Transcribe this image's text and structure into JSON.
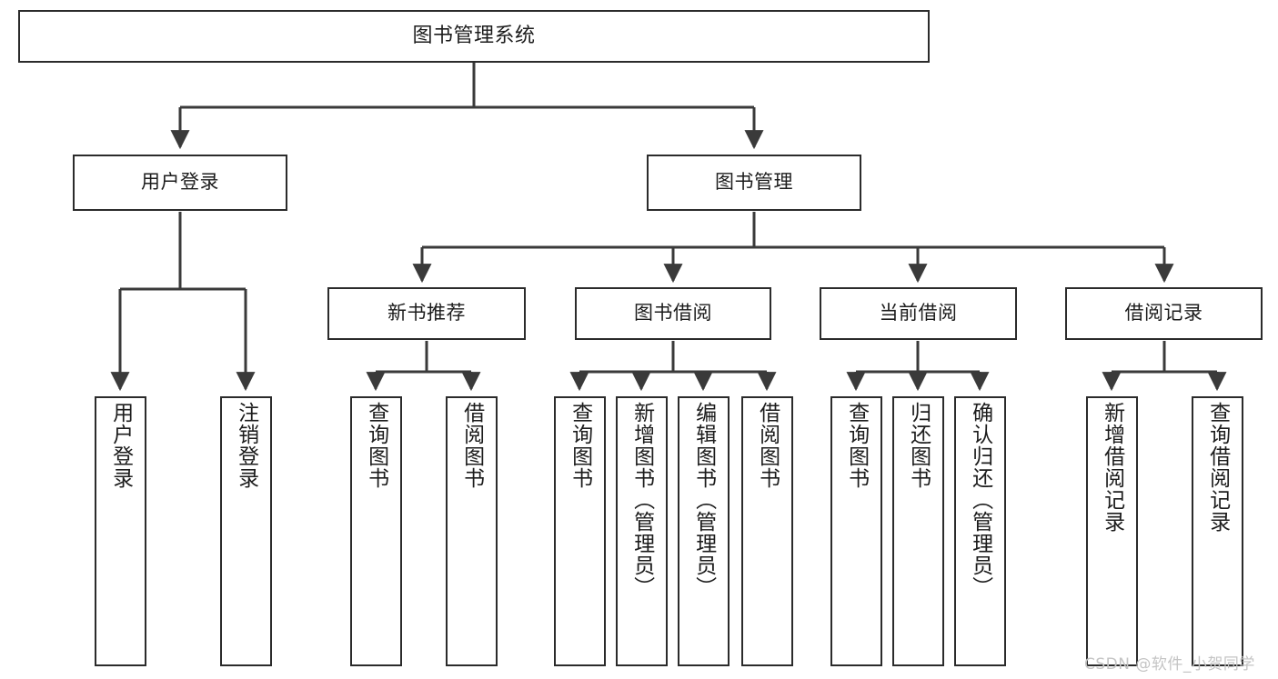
{
  "diagram": {
    "title": "图书管理系统",
    "type": "tree",
    "orientation": "top-down",
    "colors": {
      "box_border": "#2b2b2b",
      "box_fill": "#ffffff",
      "edge": "#3a3a3a",
      "text": "#1c1c1c",
      "watermark": "#c4c4c4",
      "background": "#ffffff"
    },
    "root": {
      "id": "root",
      "label": "图书管理系统"
    },
    "level1": [
      {
        "id": "user-login",
        "label": "用户登录"
      },
      {
        "id": "book-manage",
        "label": "图书管理"
      }
    ],
    "level2": [
      {
        "id": "new-book-rec",
        "label": "新书推荐",
        "parent": "book-manage"
      },
      {
        "id": "book-borrow",
        "label": "图书借阅",
        "parent": "book-manage"
      },
      {
        "id": "current-borrow",
        "label": "当前借阅",
        "parent": "book-manage"
      },
      {
        "id": "borrow-record",
        "label": "借阅记录",
        "parent": "book-manage"
      }
    ],
    "leaves": [
      {
        "id": "leaf-user-login",
        "label": "用户登录",
        "parent": "user-login"
      },
      {
        "id": "leaf-logout-login",
        "label": "注销登录",
        "parent": "user-login"
      },
      {
        "id": "leaf-query-book-1",
        "label": "查询图书",
        "parent": "new-book-rec"
      },
      {
        "id": "leaf-borrow-book-1",
        "label": "借阅图书",
        "parent": "new-book-rec"
      },
      {
        "id": "leaf-query-book-2",
        "label": "查询图书",
        "parent": "book-borrow"
      },
      {
        "id": "leaf-add-book",
        "label": "新增图书（管理员）",
        "parent": "book-borrow"
      },
      {
        "id": "leaf-edit-book",
        "label": "编辑图书（管理员）",
        "parent": "book-borrow"
      },
      {
        "id": "leaf-borrow-book-2",
        "label": "借阅图书",
        "parent": "book-borrow"
      },
      {
        "id": "leaf-query-book-3",
        "label": "查询图书",
        "parent": "current-borrow"
      },
      {
        "id": "leaf-return-book",
        "label": "归还图书",
        "parent": "current-borrow"
      },
      {
        "id": "leaf-confirm-return",
        "label": "确认归还（管理员）",
        "parent": "current-borrow"
      },
      {
        "id": "leaf-add-record",
        "label": "新增借阅记录",
        "parent": "borrow-record"
      },
      {
        "id": "leaf-query-record",
        "label": "查询借阅记录",
        "parent": "borrow-record"
      }
    ]
  },
  "watermark": {
    "text": "CSDN @软件_小贺同学"
  }
}
